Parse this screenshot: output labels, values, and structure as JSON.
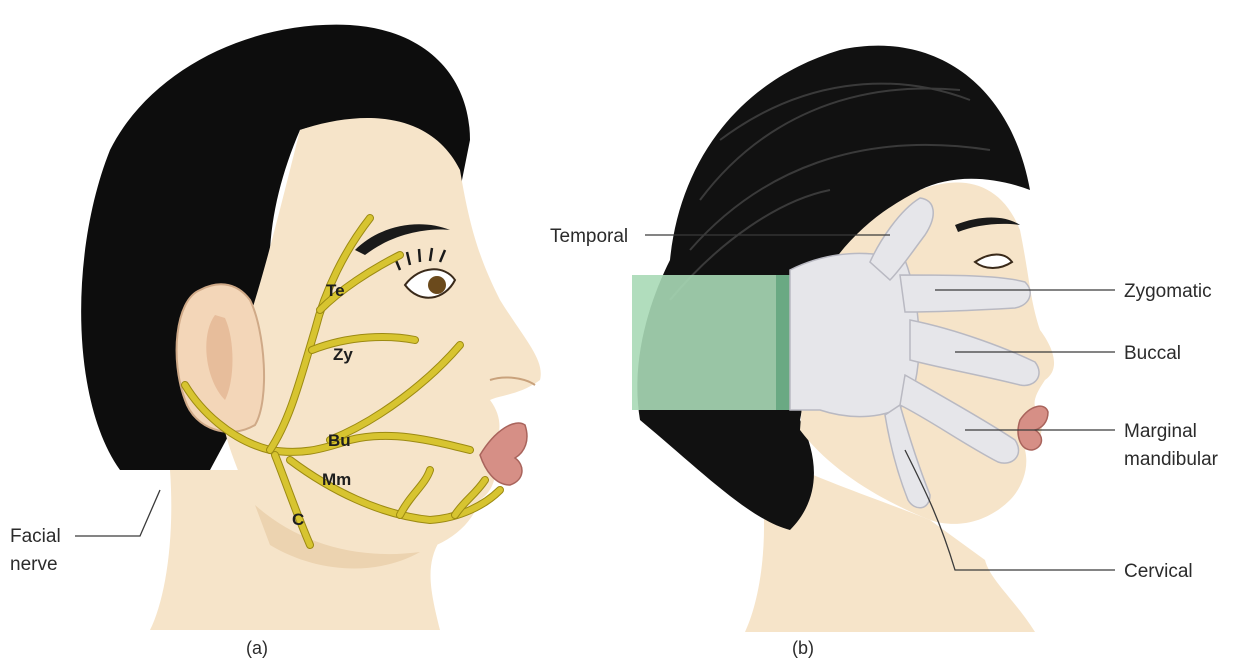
{
  "panel_a": {
    "caption": "(a)",
    "branch_labels": {
      "temporal": "Te",
      "zygomatic": "Zy",
      "buccal": "Bu",
      "marginal_mandibular": "Mm",
      "cervical": "C"
    },
    "callout_line1": "Facial",
    "callout_line2": "nerve"
  },
  "panel_b": {
    "caption": "(b)",
    "labels": {
      "temporal": "Temporal",
      "zygomatic": "Zygomatic",
      "buccal": "Buccal",
      "marginal_line1": "Marginal",
      "marginal_line2": "mandibular",
      "cervical": "Cervical"
    }
  },
  "colors": {
    "skin": "#f6e4c9",
    "hair": "#0d0d0d",
    "nerve": "#d7c430",
    "glove": "#e6e6ea",
    "cuff": "#a9d9b6",
    "lips": "#d68f86"
  }
}
